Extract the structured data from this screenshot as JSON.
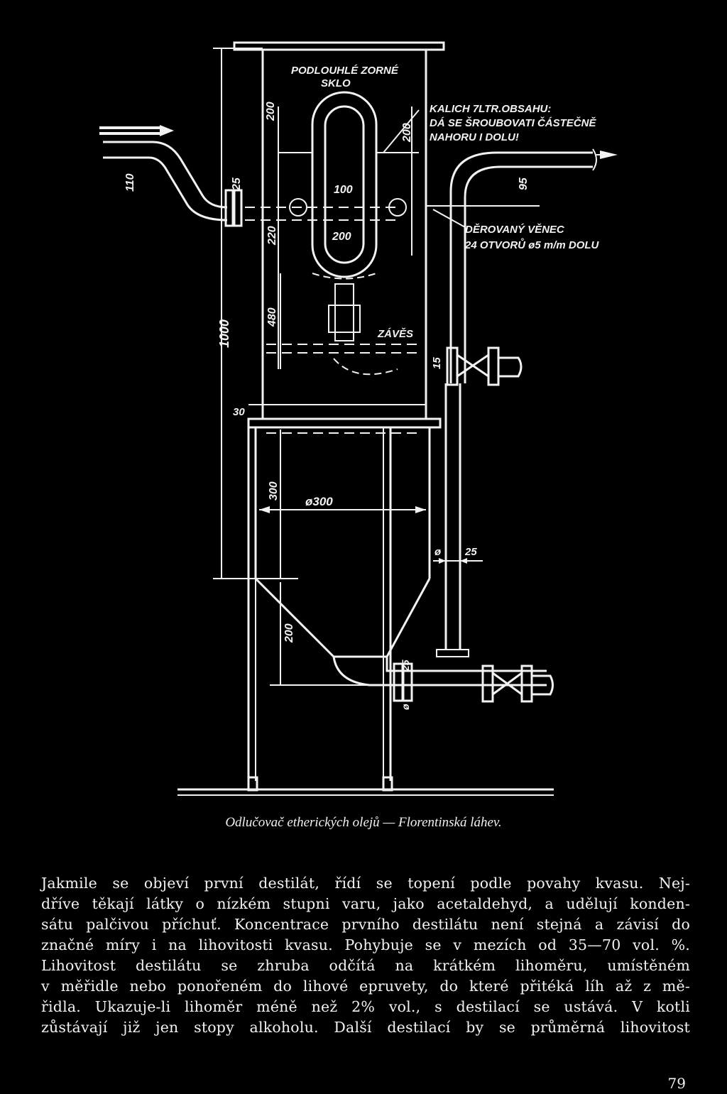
{
  "figure": {
    "labels": {
      "podlouhle_zorne_sklo_1": "PODLOUHLÉ ZORNÉ",
      "podlouhle_zorne_sklo_2": "SKLO",
      "kalich_1": "KALICH 7LTR.OBSAHU:",
      "kalich_2": "DÁ SE ŠROUBOVATI ČÁSTEČNĚ",
      "kalich_3": "NAHORU I DOLU!",
      "derovany_venec_1": "DĚROVANÝ VĚNEC",
      "derovany_venec_2": "24 OTVORŮ ø5 m/m DOLU",
      "zaves": "ZÁVĚS"
    },
    "dimensions": {
      "d200_top": "200",
      "d200_right": "200",
      "d110": "110",
      "d25_left": "25",
      "d100": "100",
      "d200_mid": "200",
      "d95": "95",
      "d220": "220",
      "d1000": "1000",
      "d480": "480",
      "d15": "15",
      "d30": "30",
      "d300_height": "300",
      "d300_dia": "ø300",
      "d25_pipe": "25",
      "phi": "ø",
      "d200_cone": "200",
      "d25_bottom": "25",
      "phi_bottom": "ø"
    }
  },
  "caption": "Odlučovač etherických olejů — Florentinská láhev.",
  "body_lines": [
    "Jakmile se objeví první destilát, řídí se topení podle povahy kvasu. Nej-",
    "dříve těkají látky o nízkém stupni varu, jako acetaldehyd, a udělují konden-",
    "sátu palčivou příchuť. Koncentrace prvního destilátu není stejná a závisí do",
    "značné míry i na lihovitosti kvasu. Pohybuje se v mezích od 35—70 vol. %.",
    "Lihovitost destilátu se zhruba odčítá na krátkém lihoměru, umístěném",
    "v měřidle nebo ponořeném do lihové epruvety, do které přitéká líh až z mě-",
    "řidla. Ukazuje-li lihoměr méně než 2% vol., s destilací se ustává. V kotli",
    "zůstávají již jen stopy alkoholu. Další destilací by se průměrná lihovitost"
  ],
  "page_number": "79"
}
